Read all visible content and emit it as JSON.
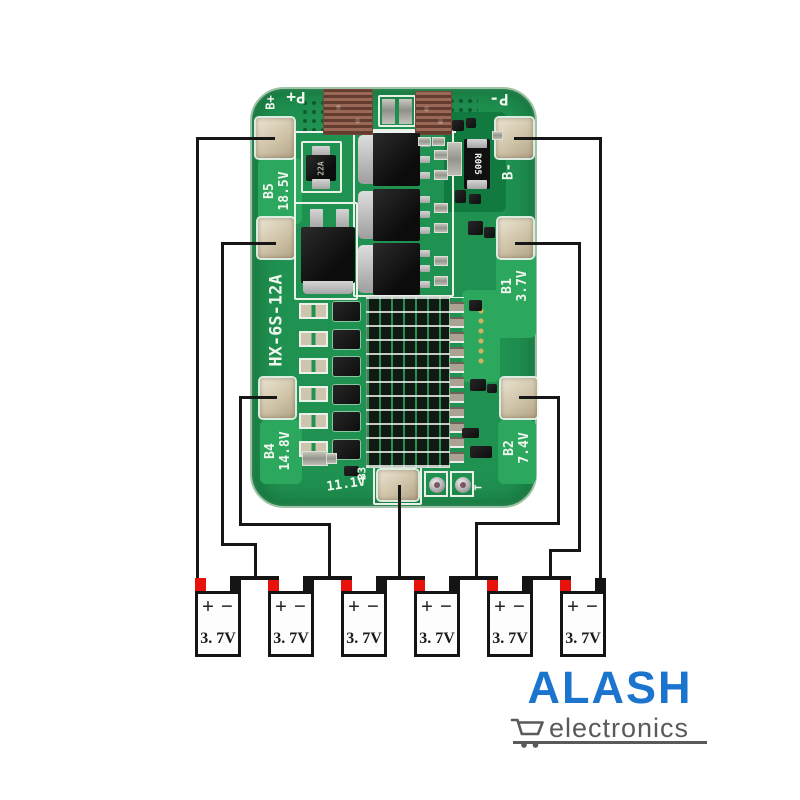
{
  "board": {
    "model": "HX-6S-12A",
    "corner_labels": {
      "b_plus": "B+",
      "p_plus": "P+",
      "p_minus": "P-",
      "b_minus": "B-"
    },
    "sense_pads": {
      "b5": {
        "name": "B5",
        "voltage": "18.5V"
      },
      "b4": {
        "name": "B4",
        "voltage": "14.8V"
      },
      "b3": {
        "name": "B3",
        "voltage": "11.1V"
      },
      "b2": {
        "name": "B2",
        "voltage": "7.4V"
      },
      "b1": {
        "name": "B1",
        "voltage": "3.7V"
      }
    },
    "component_markings": {
      "shunt_resistor": "R005",
      "diode": "22A",
      "test_point": "T"
    }
  },
  "batteries": {
    "cells": [
      {
        "plus": "+",
        "minus": "−",
        "voltage": "3. 7V"
      },
      {
        "plus": "+",
        "minus": "−",
        "voltage": "3. 7V"
      },
      {
        "plus": "+",
        "minus": "−",
        "voltage": "3. 7V"
      },
      {
        "plus": "+",
        "minus": "−",
        "voltage": "3. 7V"
      },
      {
        "plus": "+",
        "minus": "−",
        "voltage": "3. 7V"
      },
      {
        "plus": "+",
        "minus": "−",
        "voltage": "3. 7V"
      }
    ]
  },
  "logo": {
    "title": "ALASH",
    "subtitle": "electronics"
  },
  "colors": {
    "board_green": "#1f9150",
    "logo_blue": "#1b74cd",
    "logo_gray": "#5a5a5a",
    "wire_black": "#161616",
    "terminal_red": "#e8120c"
  }
}
